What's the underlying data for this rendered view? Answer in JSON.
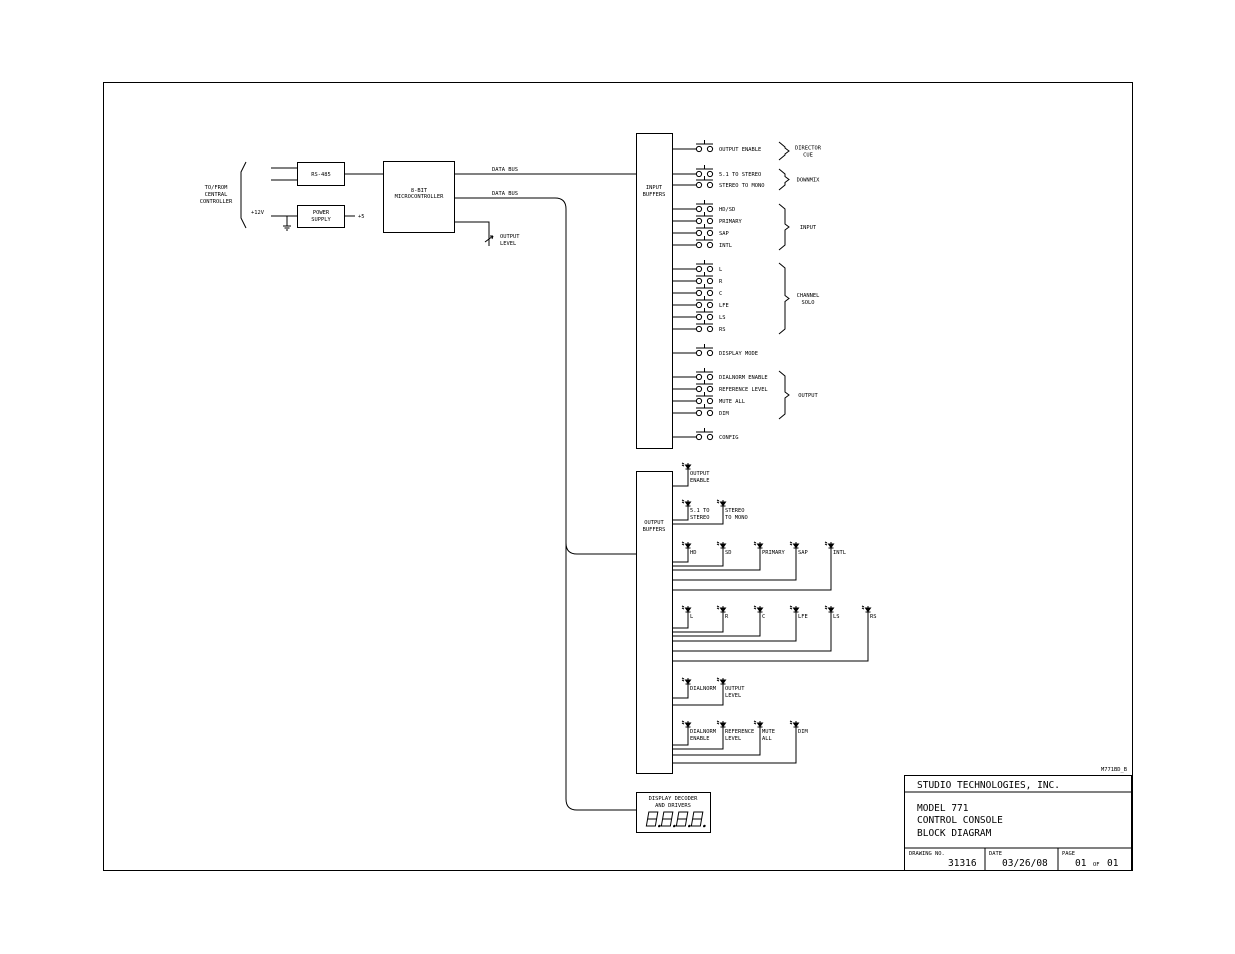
{
  "left": {
    "controller_label": [
      "TO/FROM",
      "CENTRAL",
      "CONTROLLER"
    ],
    "rs485": "RS-485",
    "plus12v": "+12V",
    "power_supply": [
      "POWER",
      "SUPPLY"
    ],
    "plus5": "+5",
    "micro": [
      "8-BIT",
      "MICROCONTROLLER"
    ],
    "data_bus_1": "DATA BUS",
    "data_bus_2": "DATA BUS",
    "output_level": [
      "OUTPUT",
      "LEVEL"
    ]
  },
  "input_buffers": [
    "INPUT",
    "BUFFERS"
  ],
  "output_buffers": [
    "OUTPUT",
    "BUFFERS"
  ],
  "switches": [
    {
      "id": "output-enable",
      "label": "OUTPUT ENABLE"
    },
    {
      "id": "5-1-to-stereo",
      "label": "5.1 TO STEREO"
    },
    {
      "id": "stereo-to-mono",
      "label": "STEREO TO MONO"
    },
    {
      "id": "hd-sd",
      "label": "HD/SD"
    },
    {
      "id": "primary",
      "label": "PRIMARY"
    },
    {
      "id": "sap",
      "label": "SAP"
    },
    {
      "id": "intl",
      "label": "INTL"
    },
    {
      "id": "l",
      "label": "L"
    },
    {
      "id": "r",
      "label": "R"
    },
    {
      "id": "c",
      "label": "C"
    },
    {
      "id": "lfe",
      "label": "LFE"
    },
    {
      "id": "ls",
      "label": "LS"
    },
    {
      "id": "rs",
      "label": "RS"
    },
    {
      "id": "display-mode",
      "label": "DISPLAY MODE"
    },
    {
      "id": "dialnorm-enable",
      "label": "DIALNORM ENABLE"
    },
    {
      "id": "reference-level",
      "label": "REFERENCE LEVEL"
    },
    {
      "id": "mute-all",
      "label": "MUTE ALL"
    },
    {
      "id": "dim",
      "label": "DIM"
    },
    {
      "id": "config",
      "label": "CONFIG"
    }
  ],
  "groups": [
    {
      "id": "director-cue",
      "label": [
        "DIRECTOR",
        "CUE"
      ]
    },
    {
      "id": "downmix",
      "label": [
        "DOWNMIX"
      ]
    },
    {
      "id": "input",
      "label": [
        "INPUT"
      ]
    },
    {
      "id": "channel-solo",
      "label": [
        "CHANNEL",
        "SOLO"
      ]
    },
    {
      "id": "output",
      "label": [
        "OUTPUT"
      ]
    }
  ],
  "leds": [
    {
      "id": "output-enable",
      "label": [
        "OUTPUT",
        "ENABLE"
      ]
    },
    {
      "id": "5-1-to-stereo",
      "label": [
        "5.1 TO",
        "STEREO"
      ]
    },
    {
      "id": "stereo-to-mono",
      "label": [
        "STEREO",
        "TO MONO"
      ]
    },
    {
      "id": "hd",
      "label": [
        "HD"
      ]
    },
    {
      "id": "sd",
      "label": [
        "SD"
      ]
    },
    {
      "id": "primary",
      "label": [
        "PRIMARY"
      ]
    },
    {
      "id": "sap",
      "label": [
        "SAP"
      ]
    },
    {
      "id": "intl",
      "label": [
        "INTL"
      ]
    },
    {
      "id": "l",
      "label": [
        "L"
      ]
    },
    {
      "id": "r",
      "label": [
        "R"
      ]
    },
    {
      "id": "c",
      "label": [
        "C"
      ]
    },
    {
      "id": "lfe",
      "label": [
        "LFE"
      ]
    },
    {
      "id": "ls",
      "label": [
        "LS"
      ]
    },
    {
      "id": "rs",
      "label": [
        "RS"
      ]
    },
    {
      "id": "dialnorm",
      "label": [
        "DIALNORM"
      ]
    },
    {
      "id": "output-level",
      "label": [
        "OUTPUT",
        "LEVEL"
      ]
    },
    {
      "id": "dialnorm-enable",
      "label": [
        "DIALNORM",
        "ENABLE"
      ]
    },
    {
      "id": "reference-level",
      "label": [
        "REFERENCE",
        "LEVEL"
      ]
    },
    {
      "id": "mute-all",
      "label": [
        "MUTE",
        "ALL"
      ]
    },
    {
      "id": "dim",
      "label": [
        "DIM"
      ]
    }
  ],
  "display": [
    "DISPLAY DECODER",
    "AND DRIVERS"
  ],
  "title_block": {
    "revision": "M771BD_B",
    "company": "STUDIO TECHNOLOGIES, INC.",
    "title_lines": [
      "MODEL 771",
      "CONTROL CONSOLE",
      "BLOCK DIAGRAM"
    ],
    "drawing_no_label": "DRAWING NO.",
    "drawing_no": "31316",
    "date_label": "DATE",
    "date": "03/26/08",
    "page_label": "PAGE",
    "page": "01",
    "page_of": "OF",
    "page_total": "01"
  }
}
